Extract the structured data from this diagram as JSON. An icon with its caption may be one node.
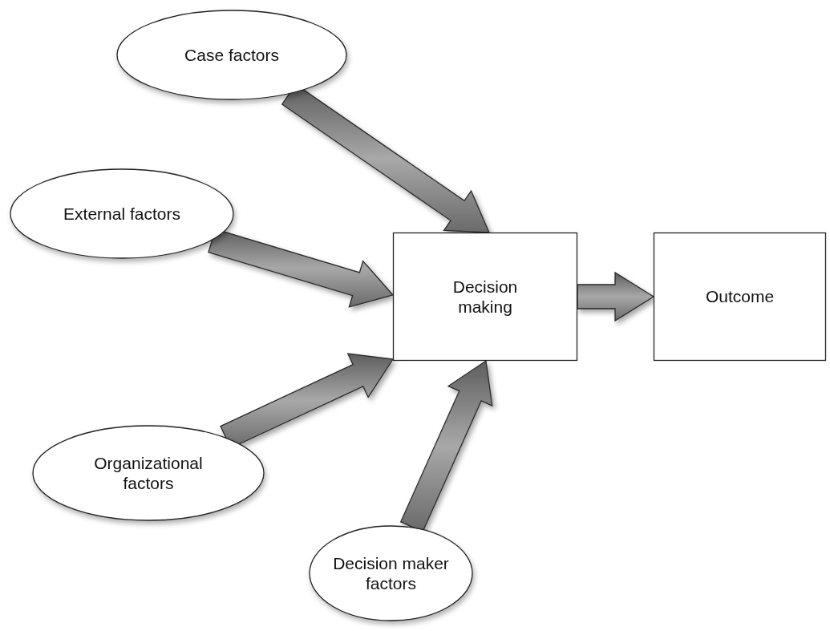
{
  "diagram": {
    "nodes": [
      {
        "text": [
          "Case factors"
        ]
      },
      {
        "text": [
          "External factors"
        ]
      },
      {
        "text": [
          "Decision making"
        ]
      },
      {
        "text": [
          "Outcome"
        ]
      },
      {
        "text": [
          "Organizational factors"
        ]
      },
      {
        "text": [
          "Decision maker factors"
        ]
      }
    ],
    "edges": [
      {
        "from": 0,
        "to": 2,
        "arrow": "to",
        "style": "thick"
      },
      {
        "from": 1,
        "to": 2,
        "arrow": "to",
        "style": "thick"
      },
      {
        "from": 4,
        "to": 2,
        "arrow": "to",
        "style": "thick"
      },
      {
        "from": 5,
        "to": 2,
        "arrow": "to",
        "style": "thick"
      },
      {
        "from": 2,
        "to": 3,
        "arrow": "to",
        "style": "thick"
      }
    ]
  }
}
